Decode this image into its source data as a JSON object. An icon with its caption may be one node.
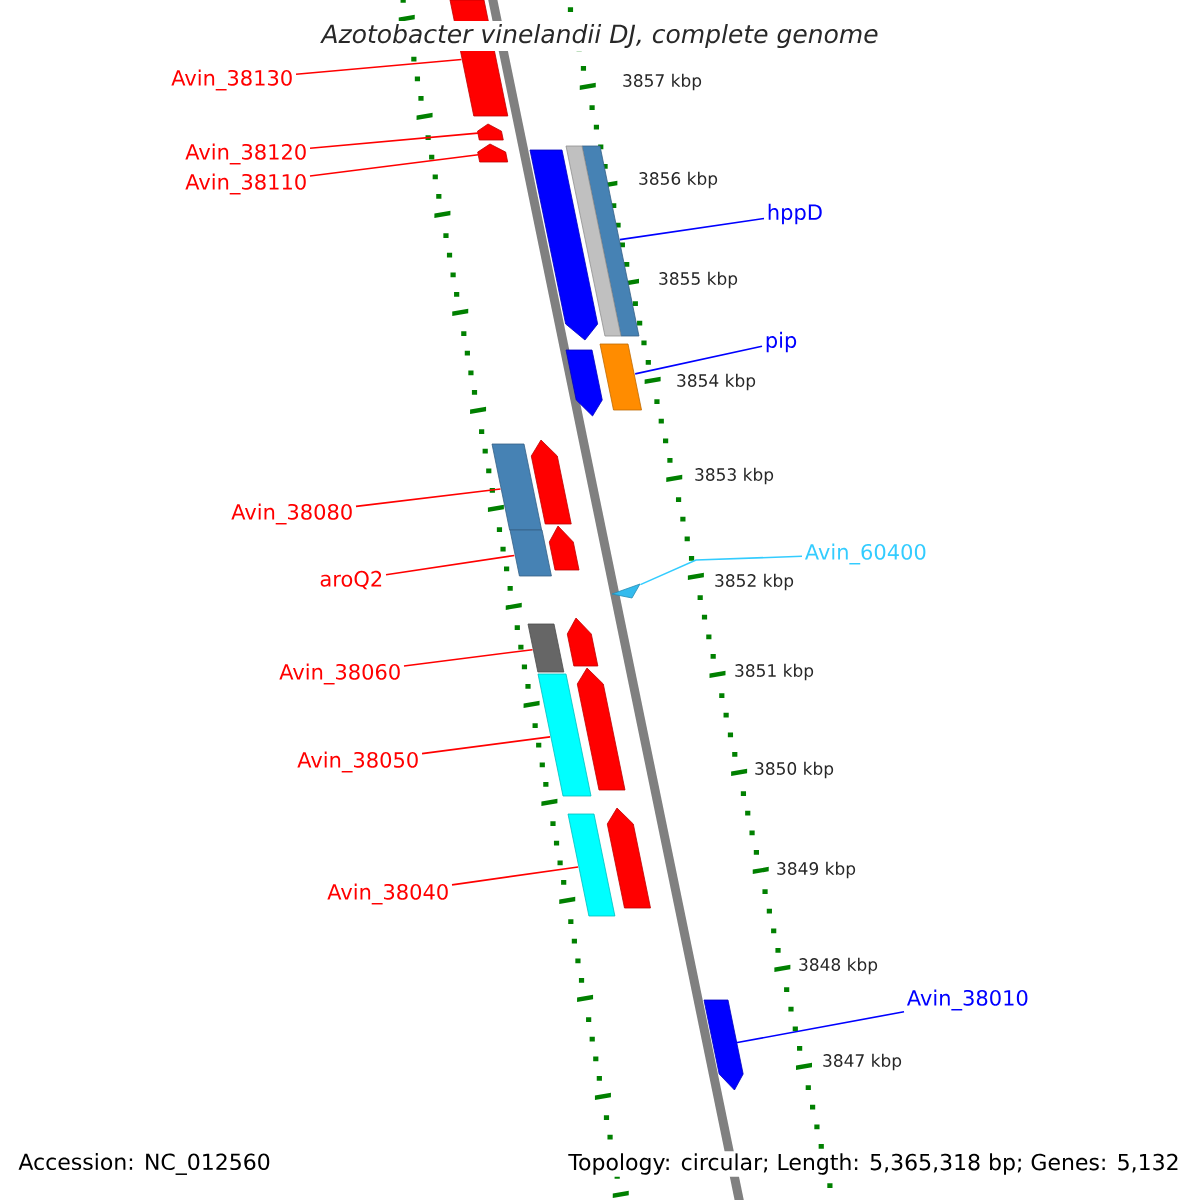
{
  "diagram": {
    "title": "Azotobacter vinelandii DJ, complete genome",
    "nodes": [
      {
        "text": [
          "Avin_38130"
        ]
      },
      {
        "text": [],
        "shape": "bar"
      },
      {
        "text": [
          "Avin_38120"
        ]
      },
      {
        "text": [],
        "shape": "bar"
      },
      {
        "text": [
          "Avin_38110"
        ]
      },
      {
        "text": [],
        "shape": "bar"
      },
      {
        "text": [
          "hppD"
        ]
      },
      {
        "text": [],
        "shape": "bar"
      },
      {
        "text": [
          "pip"
        ]
      },
      {
        "text": [],
        "shape": "bar"
      },
      {
        "text": [
          "Avin_38080"
        ]
      },
      {
        "text": [],
        "shape": "bar"
      },
      {
        "text": [
          "aroQ2"
        ]
      },
      {
        "text": [],
        "shape": "bar"
      },
      {
        "text": [
          "Avin_60400"
        ]
      },
      {
        "text": [],
        "shape": "triangle"
      },
      {
        "text": [
          "Avin_38060"
        ]
      },
      {
        "text": [],
        "shape": "bar"
      },
      {
        "text": [
          "Avin_38050"
        ]
      },
      {
        "text": [],
        "shape": "bar"
      },
      {
        "text": [
          "Avin_38040"
        ]
      },
      {
        "text": [],
        "shape": "bar"
      },
      {
        "text": [
          "Avin_38010"
        ]
      },
      {
        "text": [],
        "shape": "bar"
      },
      {
        "text": [],
        "shape": "bar"
      },
      {
        "text": [],
        "shape": "bar"
      },
      {
        "text": [],
        "shape": "bar"
      },
      {
        "text": [],
        "shape": "bar"
      },
      {
        "text": [],
        "shape": "bar"
      },
      {
        "text": [],
        "shape": "bar"
      },
      {
        "text": [],
        "shape": "bar"
      },
      {
        "text": [],
        "shape": "bar"
      }
    ],
    "edges": [
      {
        "from": 0,
        "to": 1,
        "arrow": "none"
      },
      {
        "from": 2,
        "to": 3,
        "arrow": "none"
      },
      {
        "from": 4,
        "to": 5,
        "arrow": "none"
      },
      {
        "from": 6,
        "to": 7,
        "arrow": "none",
        "color": "#0000ff"
      },
      {
        "from": 8,
        "to": 9,
        "arrow": "none",
        "color": "#0000ff"
      },
      {
        "from": 10,
        "to": 11,
        "arrow": "none"
      },
      {
        "from": 12,
        "to": 13,
        "arrow": "none"
      },
      {
        "from": 14,
        "to": 15,
        "arrow": "none",
        "color": "#33ccff"
      },
      {
        "from": 16,
        "to": 17,
        "arrow": "none"
      },
      {
        "from": 18,
        "to": 19,
        "arrow": "none"
      },
      {
        "from": 20,
        "to": 21,
        "arrow": "none"
      },
      {
        "from": 22,
        "to": 23,
        "arrow": "none",
        "color": "#0000ff"
      }
    ],
    "labels": [
      "3857 kbp",
      "3856 kbp",
      "3855 kbp",
      "3854 kbp",
      "3853 kbp",
      "3852 kbp",
      "3851 kbp",
      "3850 kbp",
      "3849 kbp",
      "3848 kbp",
      "3847 kbp",
      "Accession: NC_012560",
      "Topology: circular; Length: 5,365,318 bp; Genes: 5,132"
    ]
  }
}
